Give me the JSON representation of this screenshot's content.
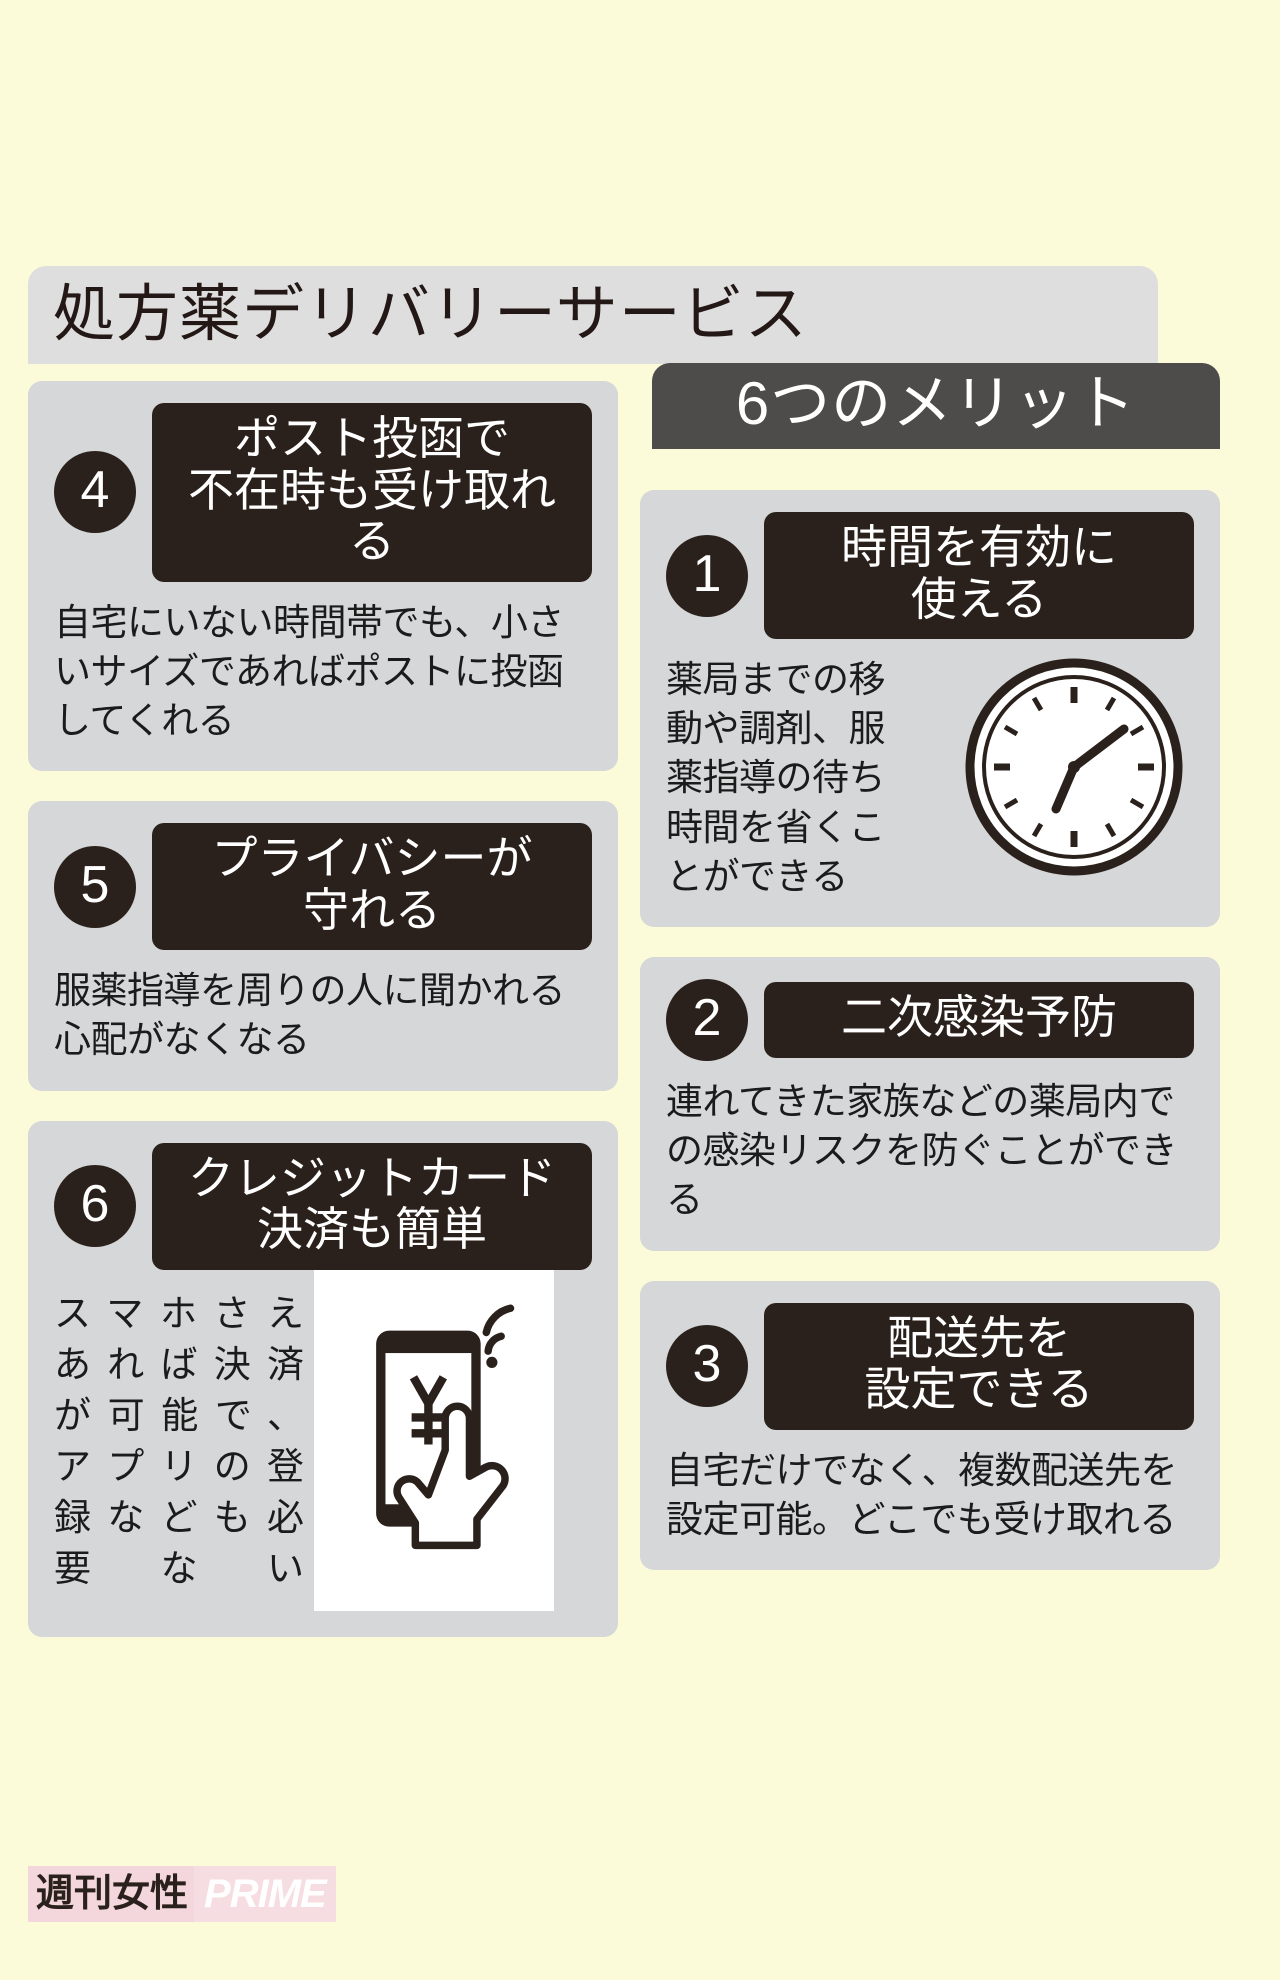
{
  "page": {
    "background_color": "#fbfbd9",
    "title": "処方薬デリバリーサービス",
    "merit_header": "6つのメリット"
  },
  "colors": {
    "card_background": "#d5d7d8",
    "headline_background": "#2b211c",
    "title_banner": "#dedede",
    "merit_header_bar": "#4e4c4b",
    "text": "#1b1b1b",
    "watermark_pink": "#f4d7dd"
  },
  "left_column": [
    {
      "number": "4",
      "headline_line1": "ポスト投函で",
      "headline_line2": "不在時も受け取れる",
      "body": "自宅にいない時間帯でも、小さいサイズであればポストに投函してくれる"
    },
    {
      "number": "5",
      "headline_line1": "プライバシーが",
      "headline_line2": "守れる",
      "body": "服薬指導を周りの人に聞かれる心配がなくなる"
    },
    {
      "number": "6",
      "headline_line1": "クレジットカード",
      "headline_line2": "決済も簡単",
      "body_lines": [
        "スマホさえ",
        "あれば決済",
        "が可能で、",
        "アプリの登",
        "録なども必",
        "要ない"
      ],
      "figure": "smartphone-payment-icon",
      "figure_symbol": "¥"
    }
  ],
  "right_column": [
    {
      "number": "1",
      "headline_line1": "時間を有効に",
      "headline_line2": "使える",
      "body_lines": [
        "薬局までの移",
        "動や調剤、服",
        "薬指導の待ち",
        "時間を省くこ",
        "とができる"
      ],
      "figure": "clock-icon"
    },
    {
      "number": "2",
      "headline_line1": "二次感染予防",
      "headline_line2": "",
      "body": "連れてきた家族などの薬局内での感染リスクを防ぐことができる"
    },
    {
      "number": "3",
      "headline_line1": "配送先を",
      "headline_line2": "設定できる",
      "body": "自宅だけでなく、複数配送先を設定可能。どこでも受け取れる"
    }
  ],
  "watermark": {
    "part1": "週刊女性",
    "part2": "PRIME"
  }
}
